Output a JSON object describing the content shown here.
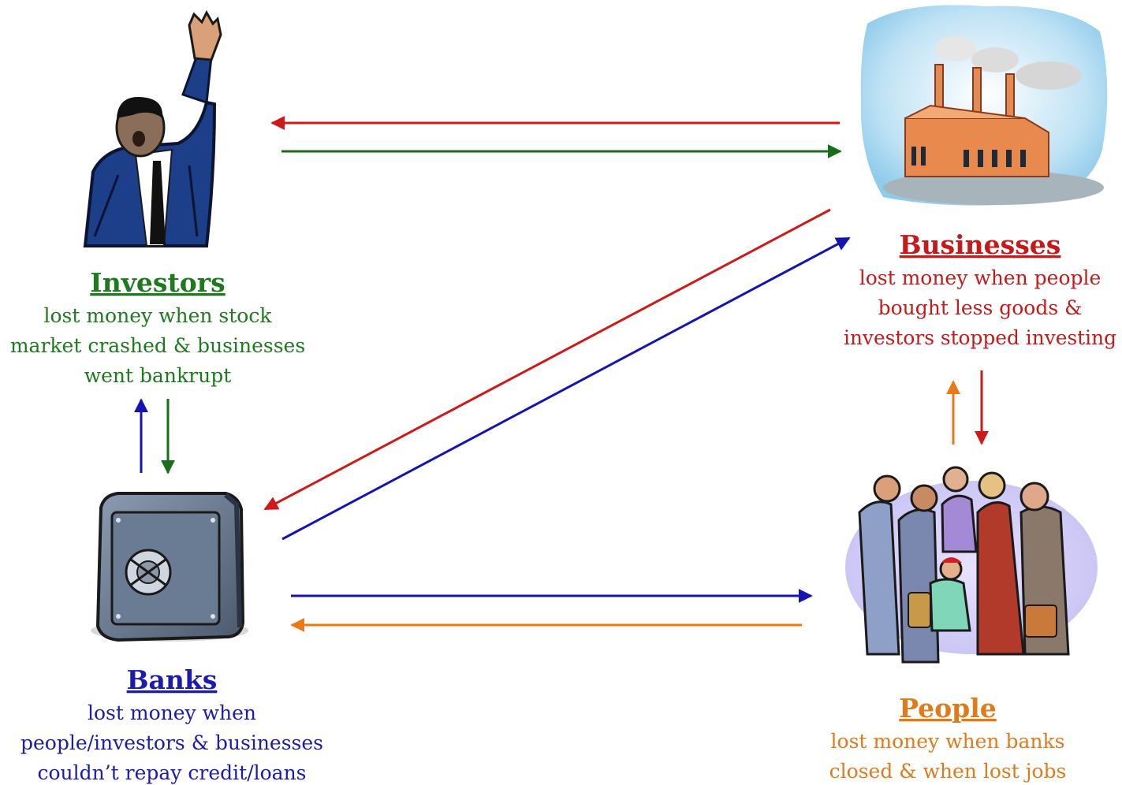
{
  "colors": {
    "investors": "#1e7a1e",
    "businesses": "#c41a1a",
    "banks": "#1b1bb0",
    "people": "#e07b1c",
    "arrow_red": "#d01818",
    "arrow_green": "#1a6e1a",
    "arrow_blue": "#1414b4",
    "arrow_orange": "#e87a1a"
  },
  "nodes": {
    "investors": {
      "title": "Investors",
      "desc": [
        "lost money when stock",
        "market crashed & businesses",
        "went bankrupt"
      ]
    },
    "businesses": {
      "title": "Businesses",
      "desc": [
        "lost money when people",
        "bought less goods &",
        "investors stopped investing"
      ]
    },
    "banks": {
      "title": "Banks",
      "desc": [
        "lost money when",
        "people/investors & businesses",
        "couldn’t repay credit/loans"
      ]
    },
    "people": {
      "title": "People",
      "desc": [
        "lost money when banks",
        "closed & when lost jobs"
      ]
    }
  },
  "icons": {
    "investors": "cheering-investor-icon",
    "businesses": "factory-icon",
    "banks": "bank-safe-icon",
    "people": "crowd-of-people-icon"
  }
}
